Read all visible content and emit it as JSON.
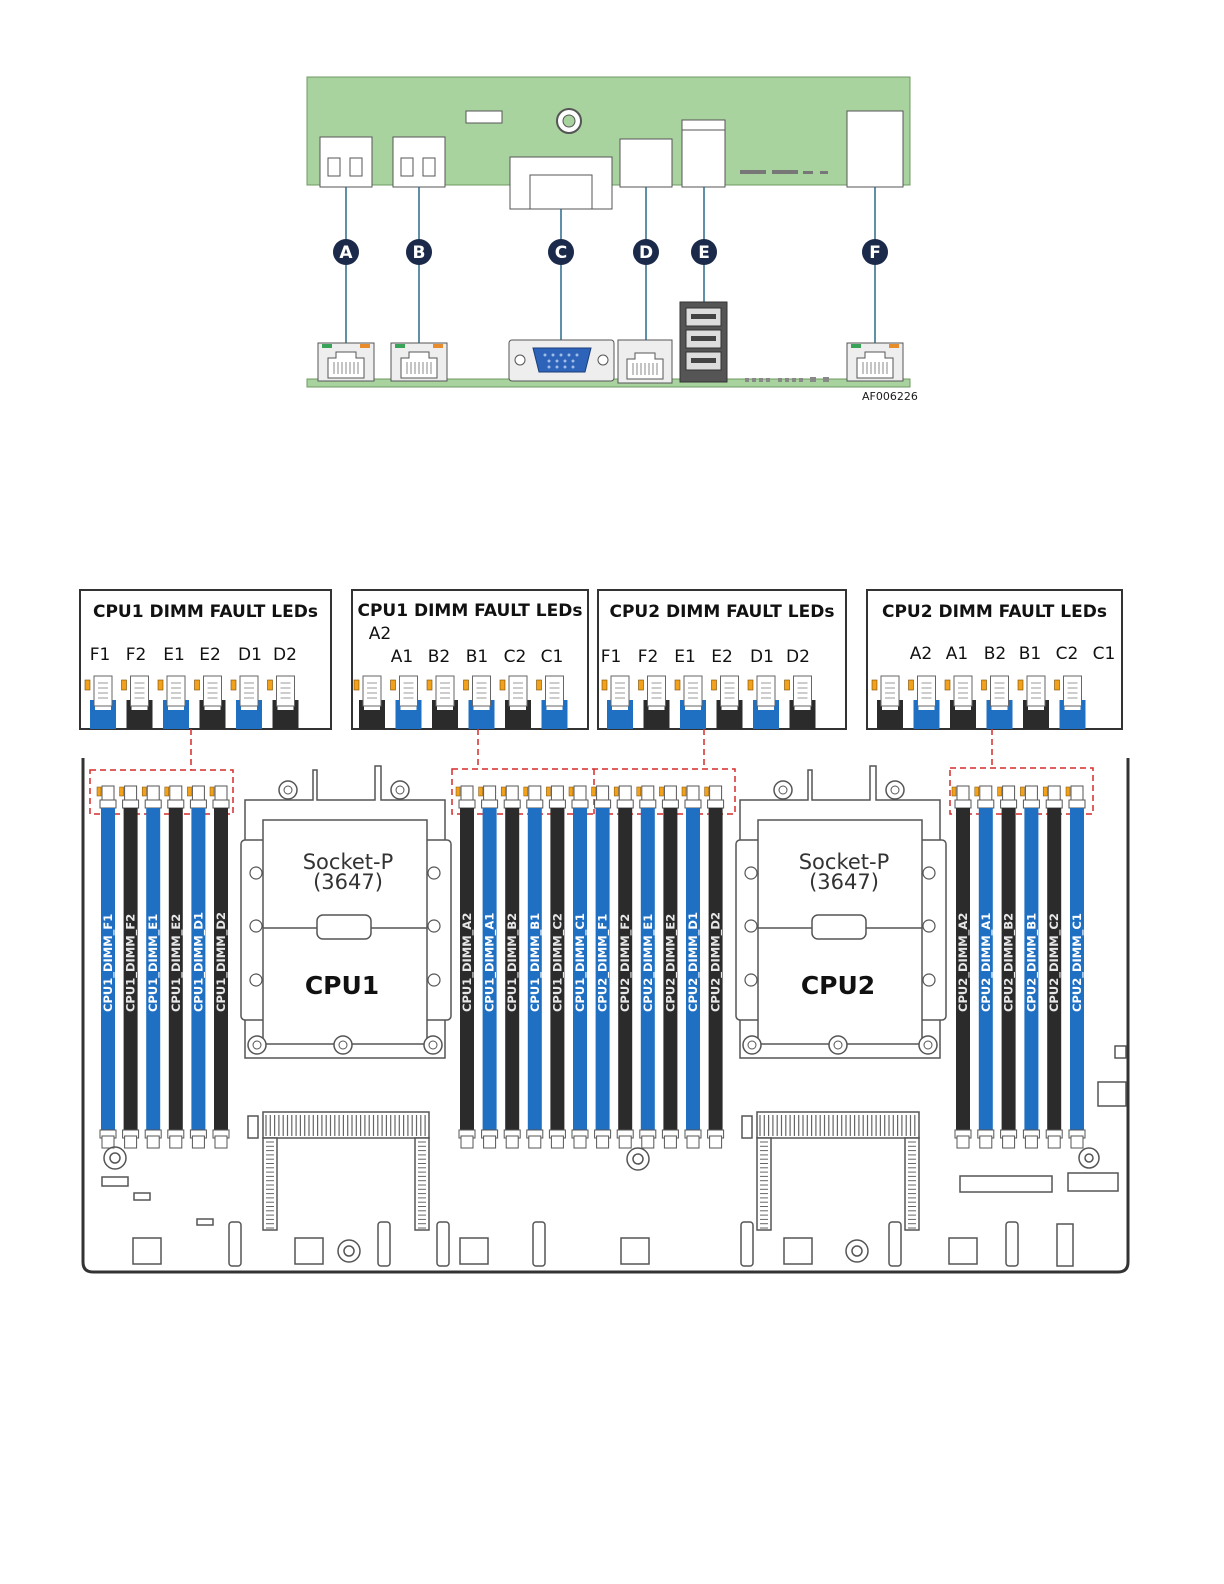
{
  "top_panel": {
    "callouts": [
      "A",
      "B",
      "C",
      "D",
      "E",
      "F"
    ],
    "figure_id": "AF006226"
  },
  "board": {
    "fault_boxes": [
      {
        "title": "CPU1 DIMM FAULT LEDs",
        "labels": [
          "F1",
          "F2",
          "E1",
          "E2",
          "D1",
          "D2"
        ],
        "extra": ""
      },
      {
        "title": "CPU1 DIMM FAULT LEDs",
        "labels": [
          "A1",
          "B2",
          "B1",
          "C2",
          "C1"
        ],
        "extra": "A2"
      },
      {
        "title": "CPU2 DIMM FAULT LEDs",
        "labels": [
          "F1",
          "F2",
          "E1",
          "E2",
          "D1",
          "D2"
        ],
        "extra": ""
      },
      {
        "title": "CPU2 DIMM FAULT LEDs",
        "labels": [
          "A2",
          "A1",
          "B2",
          "B1",
          "C2",
          "C1"
        ],
        "extra": ""
      }
    ],
    "slot_groups": [
      {
        "slots": [
          "CPU1_DIMM_F1",
          "CPU1_DIMM_F2",
          "CPU1_DIMM_E1",
          "CPU1_DIMM_E2",
          "CPU1_DIMM_D1",
          "CPU1_DIMM_D2"
        ]
      },
      {
        "slots": [
          "CPU1_DIMM_A2",
          "CPU1_DIMM_A1",
          "CPU1_DIMM_B2",
          "CPU1_DIMM_B1",
          "CPU1_DIMM_C2",
          "CPU1_DIMM_C1",
          "CPU2_DIMM_F1",
          "CPU2_DIMM_F2",
          "CPU2_DIMM_E1",
          "CPU2_DIMM_E2",
          "CPU2_DIMM_D1",
          "CPU2_DIMM_D2"
        ]
      },
      {
        "slots": [
          "CPU2_DIMM_A2",
          "CPU2_DIMM_A1",
          "CPU2_DIMM_B2",
          "CPU2_DIMM_B1",
          "CPU2_DIMM_C2",
          "CPU2_DIMM_C1"
        ]
      }
    ],
    "sockets": [
      {
        "socket": "Socket-P",
        "pins": "(3647)",
        "cpu": "CPU1"
      },
      {
        "socket": "Socket-P",
        "pins": "(3647)",
        "cpu": "CPU2"
      }
    ],
    "colors": {
      "blue_slot": "#1f6fc2",
      "black_slot": "#2b2b2b",
      "board_bg": "#ffffff",
      "pcb_green": "#a9d39e",
      "led": "#f2a21a",
      "leader": "#d62c2c"
    }
  }
}
